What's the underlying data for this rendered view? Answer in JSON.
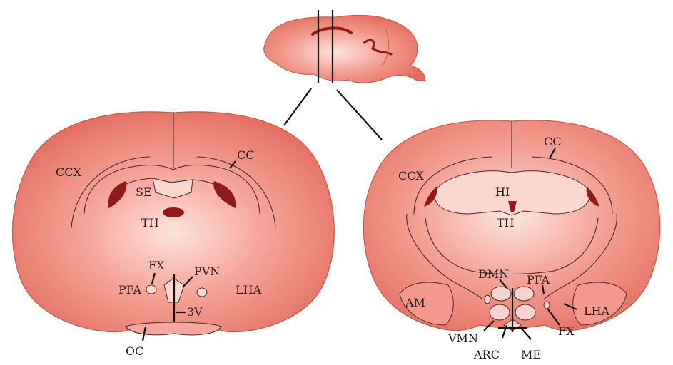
{
  "colors": {
    "tissue_light": "#f9c8bc",
    "tissue_mid": "#ee8a7b",
    "tissue_dark": "#e36c5e",
    "ventricle": "#8e1a1a",
    "nucleus": "#f7d3d0",
    "line": "#111111"
  },
  "left_section": {
    "labels": {
      "ccx": "CCX",
      "cc": "CC",
      "se": "SE",
      "th": "TH",
      "fx": "FX",
      "pfa": "PFA",
      "pvn": "PVN",
      "lha": "LHA",
      "v3": "3V",
      "oc": "OC"
    }
  },
  "right_section": {
    "labels": {
      "ccx": "CCX",
      "cc": "CC",
      "hi": "HI",
      "th": "TH",
      "dmn": "DMN",
      "pfa": "PFA",
      "am": "AM",
      "lha": "LHA",
      "fx": "FX",
      "vmn": "VMN",
      "arc": "ARC",
      "me": "ME"
    }
  },
  "icons": [
    "sagittal-brain-icon",
    "coronal-section-left",
    "coronal-section-right"
  ]
}
